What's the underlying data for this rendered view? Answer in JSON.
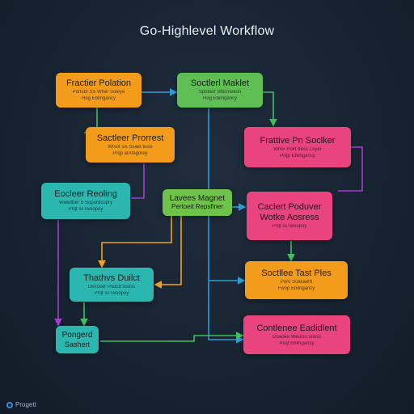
{
  "title": "Go-Highlevel Workflow",
  "footer": {
    "label": "Progett"
  },
  "colors": {
    "orange": "#f39c1c",
    "green": "#5fbf55",
    "pink": "#e9447e",
    "teal": "#2bb7b0",
    "lime": "#6fc24a",
    "edge_blue": "#2f9bd6",
    "edge_green": "#3fbf60",
    "edge_purple": "#a23fd0",
    "edge_orange": "#f0a020"
  },
  "nodes": [
    {
      "id": "n1",
      "title": "Fractier Polation",
      "sub": [
        "Portsbt SS Wher Soleye",
        "Hog Ebilngancy"
      ]
    },
    {
      "id": "n2",
      "title": "Soctlerl Maklet",
      "sub": [
        "Sptotier Sfbcmetion",
        "Hog Ebilngancy"
      ]
    },
    {
      "id": "n3",
      "title": "Sactleer Prorrest",
      "sub": [
        "Wtsot sis Ssaet tiuss",
        "Prqp atAtegorey"
      ]
    },
    {
      "id": "n4",
      "title": "Frattive Pn Soclker",
      "sub": [
        "Wher Poirt ttess Loyer",
        "Prqp Ebilngancy"
      ]
    },
    {
      "id": "n5",
      "title": "Eocleer Reoling",
      "sub": [
        "Wwwtber S Sopurdcopry",
        "Prqt ssTwoopoy"
      ]
    },
    {
      "id": "n6",
      "title": "Lavees Magnet",
      "sub": [
        "Pertoeit Repsfiner"
      ]
    },
    {
      "id": "n7",
      "title": "Caclert Poduver",
      "sub": [
        "Wotke Aosress",
        "Prqt ssTwoopoy"
      ]
    },
    {
      "id": "n8",
      "title": "Thathvs Duilct",
      "sub": [
        "Decoser Poacd sooss",
        "Prqt ssTwoopoy"
      ]
    },
    {
      "id": "n9",
      "title": "Soctllee Tast Ples",
      "sub": [
        "Poro Soleiaeth",
        "Fwop Ebilngancy"
      ]
    },
    {
      "id": "n10",
      "title": "Pongerd",
      "sub": [
        "Sashert"
      ]
    },
    {
      "id": "n11",
      "title": "Contlenee Eadidlent",
      "sub": [
        "Ooaoee Weuclo sooss",
        "Psqt Ebilngancy"
      ]
    }
  ]
}
